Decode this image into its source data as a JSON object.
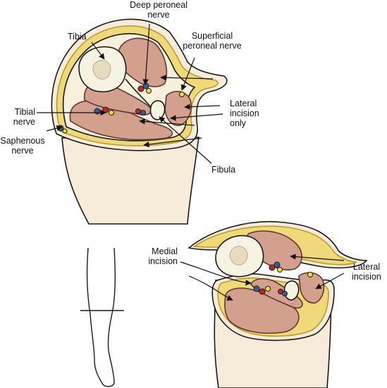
{
  "labels": {
    "deep_peroneal": "Deep peroneal\nnerve",
    "superficial_peroneal": "Superficial\nperoneal nerve",
    "tibia": "Tibia",
    "lateral_incision_only": "Lateral\nincision\nonly",
    "tibial_nerve": "Tibial\nnerve",
    "saphenous_nerve": "Saphenous\nnerve",
    "fibula": "Fibula",
    "medial_incision": "Medial\nincision",
    "lateral_incision": "Lateral\nincision"
  },
  "colors": {
    "skin": "#f6ecd9",
    "fat": "#f0d97a",
    "fat_stroke": "#b89a2e",
    "muscle": "#d4a08e",
    "muscle_stroke": "#5a3a30",
    "bone": "#f7f3e3",
    "marrow": "#e5dcc2",
    "nerve": "#f2dc3c",
    "artery": "#c0242b",
    "vein": "#3b5c9c"
  }
}
